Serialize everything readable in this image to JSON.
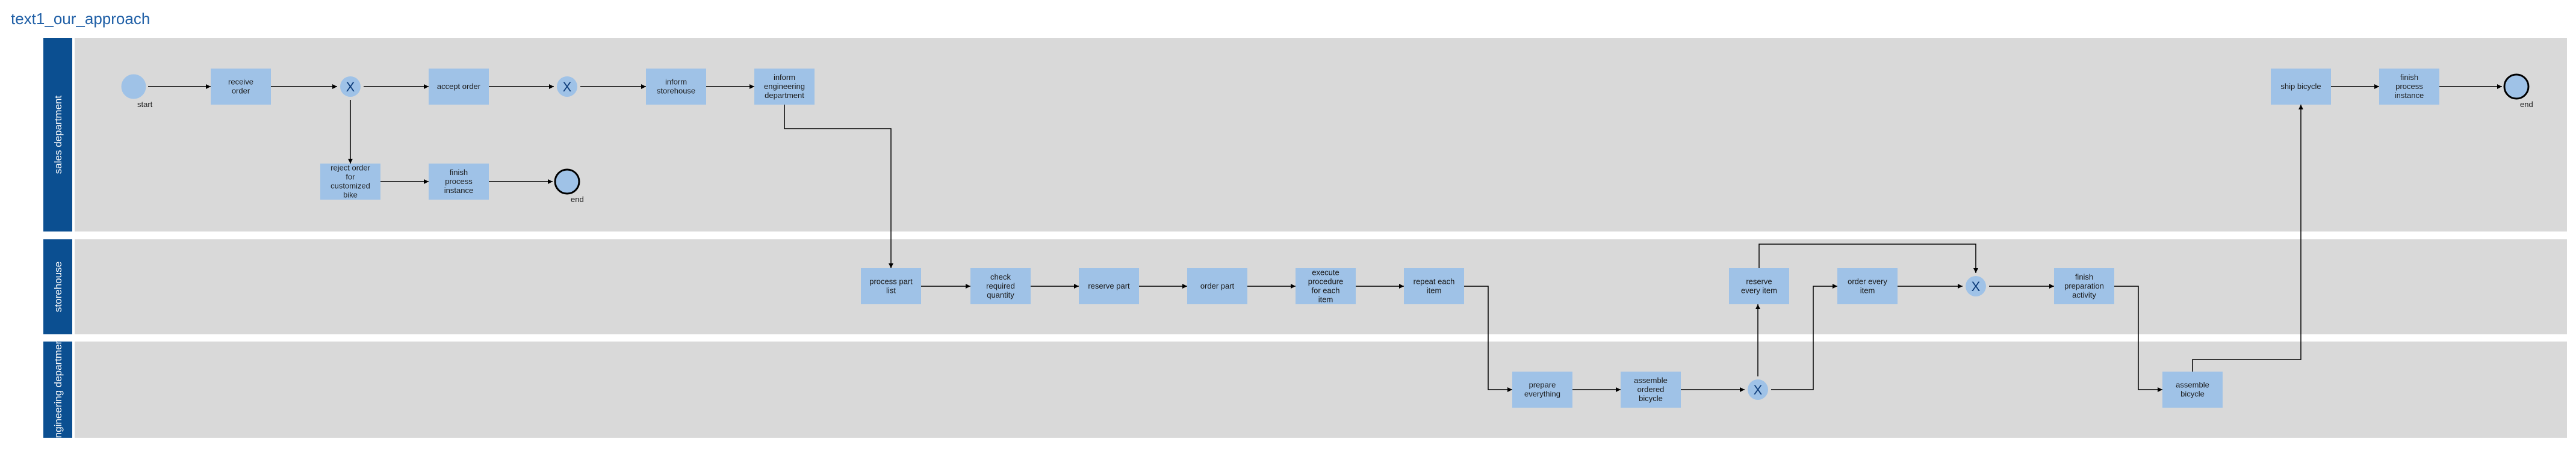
{
  "title": "text1_our_approach",
  "colors": {
    "lane_header": "#0b4f91",
    "lane_bg": "#d9d9d9",
    "task_fill": "#9fc2e7",
    "edge": "#000000"
  },
  "lanes": [
    {
      "id": "sales",
      "label": "sales department"
    },
    {
      "id": "store",
      "label": "storehouse"
    },
    {
      "id": "eng",
      "label": "engineering department"
    }
  ],
  "tasks": [
    {
      "id": "receive",
      "label": "receive order"
    },
    {
      "id": "accept",
      "label": "accept order"
    },
    {
      "id": "inform_store",
      "label": "inform storehouse"
    },
    {
      "id": "inform_eng",
      "label": "inform engineering department"
    },
    {
      "id": "reject",
      "label": "reject order for customized bike"
    },
    {
      "id": "finish1",
      "label": "finish process instance"
    },
    {
      "id": "ship",
      "label": "ship bicycle"
    },
    {
      "id": "finish2",
      "label": "finish process instance"
    },
    {
      "id": "process_list",
      "label": "process part list"
    },
    {
      "id": "check_qty",
      "label": "check required quantity"
    },
    {
      "id": "reserve_part",
      "label": "reserve part"
    },
    {
      "id": "order_part",
      "label": "order part"
    },
    {
      "id": "execute",
      "label": "execute procedure for each item"
    },
    {
      "id": "repeat",
      "label": "repeat each item"
    },
    {
      "id": "reserve_every",
      "label": "reserve every item"
    },
    {
      "id": "order_every",
      "label": "order every item"
    },
    {
      "id": "finish_prep",
      "label": "finish preparation activity"
    },
    {
      "id": "prepare",
      "label": "prepare everything"
    },
    {
      "id": "assemble_ordered",
      "label": "assemble ordered bicycle"
    },
    {
      "id": "assemble",
      "label": "assemble bicycle"
    }
  ],
  "events": [
    {
      "id": "start",
      "label": "start",
      "kind": "start"
    },
    {
      "id": "end1",
      "label": "end",
      "kind": "end"
    },
    {
      "id": "end2",
      "label": "end",
      "kind": "end"
    }
  ],
  "gateways": [
    {
      "id": "gw1",
      "symbol": "X"
    },
    {
      "id": "gw2",
      "symbol": "X"
    },
    {
      "id": "gw3",
      "symbol": "X"
    },
    {
      "id": "gw4",
      "symbol": "X"
    }
  ]
}
